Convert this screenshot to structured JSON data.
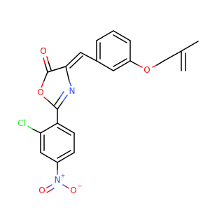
{
  "atoms": {
    "carbonyl_o": {
      "symbol": "O",
      "color": "#ff0d0d"
    },
    "ring_o": {
      "symbol": "O",
      "color": "#ff0d0d"
    },
    "ring_n": {
      "symbol": "N",
      "color": "#3050f8"
    },
    "ether_o": {
      "symbol": "O",
      "color": "#ff0d0d"
    },
    "chloro": {
      "symbol": "Cl",
      "color": "#1ff01f"
    },
    "nitro_n": {
      "symbol": "N",
      "color": "#3050f8",
      "charge": "+"
    },
    "nitro_o_minus": {
      "symbol": "O",
      "color": "#ff0d0d",
      "charge": "−"
    },
    "nitro_o": {
      "symbol": "O",
      "color": "#ff0d0d"
    }
  },
  "colors": {
    "carbon": "#000000",
    "oxygen": "#ff0d0d",
    "nitrogen": "#3050f8",
    "chlorine": "#1ff01f",
    "background": "#ffffff"
  }
}
